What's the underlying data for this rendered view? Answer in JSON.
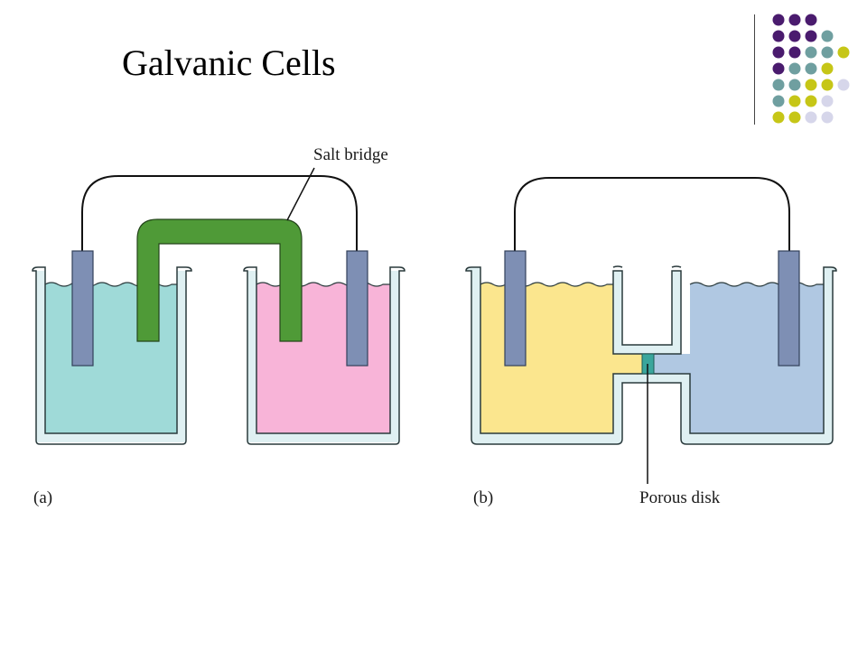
{
  "slide": {
    "title": "Galvanic Cells"
  },
  "decoration": {
    "dot_colors": {
      "purple": "#4a1b6e",
      "teal": "#6f9fa0",
      "yellow": "#c6c617",
      "lavender": "#d6d6ea"
    },
    "dot_rows": [
      [
        "purple",
        "purple",
        "purple"
      ],
      [
        "purple",
        "purple",
        "purple",
        "teal"
      ],
      [
        "purple",
        "purple",
        "teal",
        "teal",
        "yellow"
      ],
      [
        "purple",
        "teal",
        "teal",
        "yellow"
      ],
      [
        "teal",
        "teal",
        "yellow",
        "yellow",
        "lavender"
      ],
      [
        "teal",
        "yellow",
        "yellow",
        "lavender"
      ],
      [
        "yellow",
        "yellow",
        "lavender",
        "lavender"
      ]
    ]
  },
  "diagram": {
    "colors": {
      "beaker_wall": "#dff0f2",
      "beaker_outline": "#2a3a3c",
      "solution_a_left": "#9fdad8",
      "solution_a_right": "#f8b4d8",
      "solution_b_left": "#fbe68e",
      "solution_b_right": "#b0c8e2",
      "electrode": "#7e8fb4",
      "salt_bridge": "#4f9a37",
      "porous_disk": "#3aa69c"
    },
    "labels": {
      "salt_bridge": "Salt bridge",
      "porous_disk": "Porous disk",
      "panel_a": "(a)",
      "panel_b": "(b)"
    }
  }
}
